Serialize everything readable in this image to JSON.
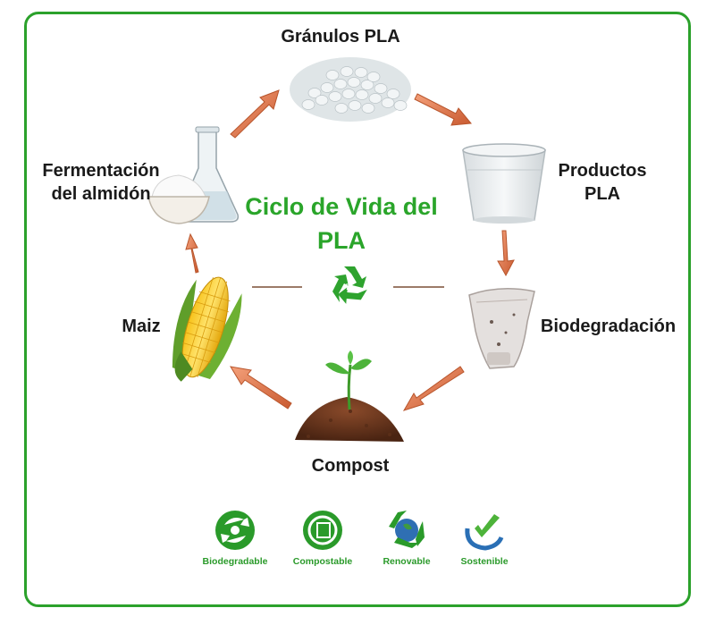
{
  "diagram": {
    "title_line1": "Ciclo de Vida del",
    "title_line2": "PLA",
    "stages": {
      "granulos": "Gránulos PLA",
      "productos_line1": "Productos",
      "productos_line2": "PLA",
      "biodegradacion": "Biodegradación",
      "compost": "Compost",
      "maiz": "Maiz",
      "fermentacion_line1": "Fermentación",
      "fermentacion_line2": "del almidón"
    },
    "badges": [
      "Biodegradable",
      "Compostable",
      "Renovable",
      "Sostenible"
    ],
    "colors": {
      "frame": "#2ba12b",
      "title": "#2aa52a",
      "arrow": "#e07a4a",
      "recycle": "#2ea32e"
    },
    "icons": [
      "recycle-icon",
      "pla-pellets",
      "plastic-cup",
      "degraded-cup",
      "sprout-compost",
      "corn-cob",
      "flask-starch"
    ]
  }
}
